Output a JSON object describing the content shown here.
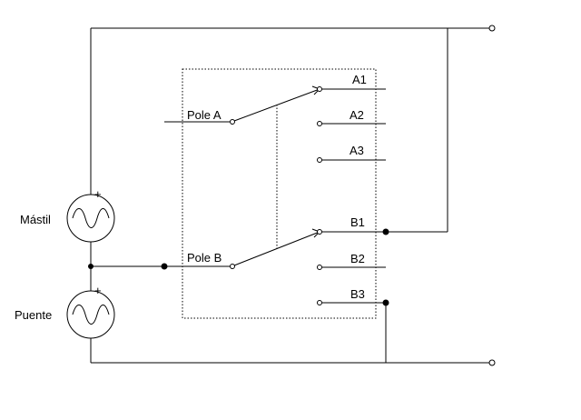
{
  "sources": {
    "mast_label": "Mástil",
    "bridge_label": "Puente",
    "plus_sign": "+"
  },
  "switch": {
    "pole_a": "Pole A",
    "pole_b": "Pole B",
    "contacts_a": [
      "A1",
      "A2",
      "A3"
    ],
    "contacts_b": [
      "B1",
      "B2",
      "B3"
    ]
  }
}
